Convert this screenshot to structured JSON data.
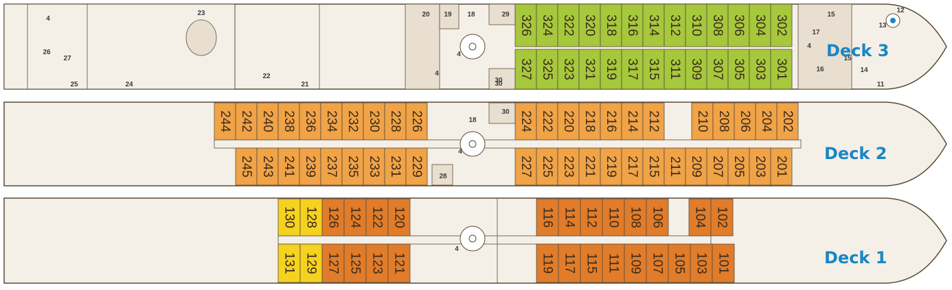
{
  "colors": {
    "green": "#a6c83c",
    "light_orange": "#f0a347",
    "dark_orange": "#e07c2a",
    "yellow": "#f5d120",
    "hull": "#f4f0e8",
    "facility": "#e8dfd0",
    "deck_label": "#1a86c4",
    "outline": "#5a4a3a"
  },
  "deck3": {
    "label": "Deck 3",
    "top_cabins": [
      "326",
      "324",
      "322",
      "320",
      "318",
      "316",
      "314",
      "312",
      "310",
      "308",
      "306",
      "304",
      "302"
    ],
    "bottom_cabins": [
      "327",
      "325",
      "323",
      "321",
      "319",
      "317",
      "315",
      "311",
      "309",
      "307",
      "305",
      "303",
      "301"
    ],
    "rooms": [
      "4",
      "26",
      "27",
      "25",
      "24",
      "23",
      "22",
      "21",
      "20",
      "19",
      "18",
      "4",
      "4",
      "29",
      "30",
      "30",
      "15",
      "12",
      "13",
      "17",
      "4",
      "16",
      "15",
      "14",
      "11"
    ]
  },
  "deck2": {
    "label": "Deck 2",
    "top_left": [
      "244",
      "242",
      "240",
      "238",
      "236",
      "234",
      "232",
      "230",
      "228",
      "226"
    ],
    "bottom_left": [
      "245",
      "243",
      "241",
      "239",
      "237",
      "235",
      "233",
      "231",
      "229"
    ],
    "top_right": [
      "224",
      "222",
      "220",
      "218",
      "216",
      "214",
      "212",
      "210",
      "208",
      "206",
      "204",
      "202"
    ],
    "bottom_right": [
      "227",
      "225",
      "223",
      "221",
      "219",
      "217",
      "215",
      "211",
      "209",
      "207",
      "205",
      "203",
      "201"
    ],
    "rooms": [
      "18",
      "4",
      "30",
      "28"
    ]
  },
  "deck1": {
    "label": "Deck 1",
    "top_yellow": [
      "130",
      "128"
    ],
    "top_left": [
      "126",
      "124",
      "122",
      "120"
    ],
    "bottom_yellow": [
      "131",
      "129"
    ],
    "bottom_left": [
      "127",
      "125",
      "123",
      "121"
    ],
    "top_right": [
      "116",
      "114",
      "112",
      "110",
      "108",
      "106"
    ],
    "top_far_right": [
      "104",
      "102"
    ],
    "bottom_right": [
      "119",
      "117",
      "115",
      "111",
      "109",
      "107",
      "105",
      "103",
      "101"
    ],
    "rooms": [
      "4"
    ]
  }
}
